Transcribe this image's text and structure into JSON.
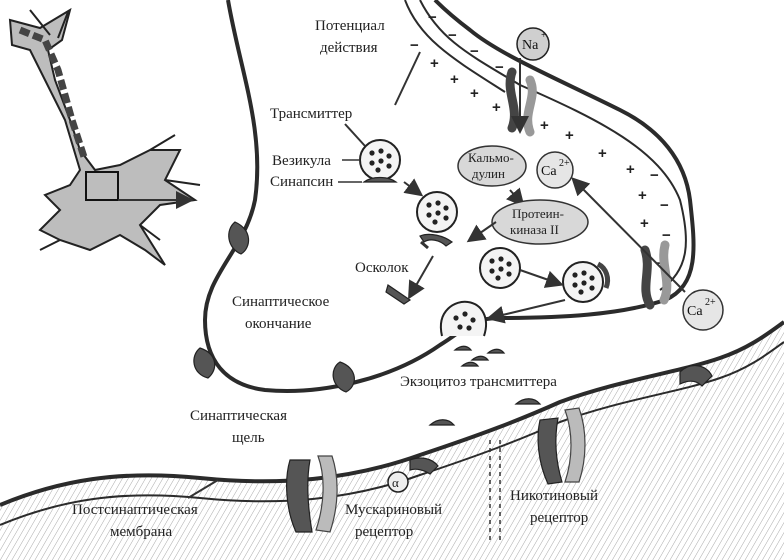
{
  "labels": {
    "action_potential": [
      "Потенциал",
      "действия"
    ],
    "transmitter": "Трансмиттер",
    "vesicle": "Везикула",
    "synapsin": "Синапсин",
    "fragment": "Осколок",
    "synaptic_terminal": [
      "Синаптическое",
      "окончание"
    ],
    "exocytosis": "Экзоцитоз трансмиттера",
    "synaptic_cleft": [
      "Синаптическая",
      "щель"
    ],
    "postsynaptic_membrane": [
      "Постсинаптическая",
      "мембрана"
    ],
    "muscarinic_receptor": [
      "Мускариновый",
      "рецептор"
    ],
    "nicotinic_receptor": [
      "Никотиновый",
      "рецептор"
    ],
    "calmodulin": [
      "Кальмо-",
      "дулин"
    ],
    "protein_kinase": [
      "Протеин-",
      "киназа II"
    ],
    "alpha": "α"
  },
  "ions": {
    "sodium_name": "Na",
    "sodium_charge": "+",
    "calcium_inside_name": "Ca",
    "calcium_inside_charge": "2+",
    "calcium_outside_name": "Ca",
    "calcium_outside_charge": "2+"
  },
  "membrane_charges": {
    "outside": "−",
    "inside": "+"
  }
}
